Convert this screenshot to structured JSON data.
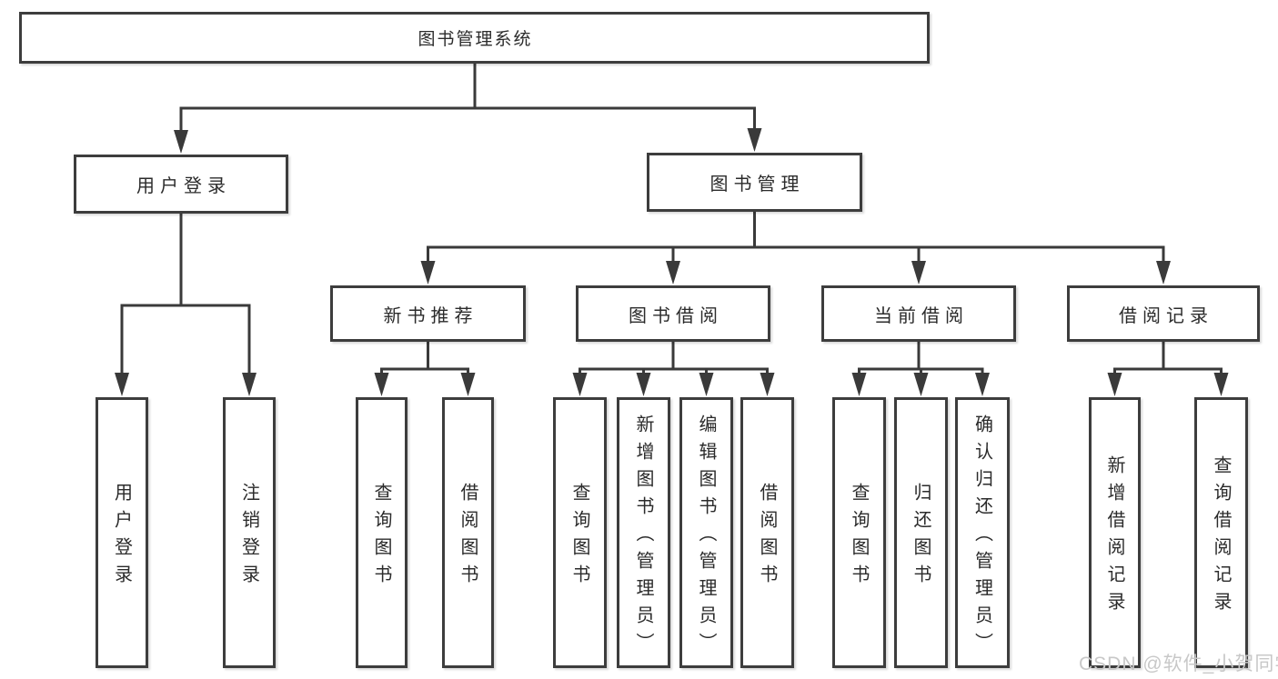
{
  "diagram": {
    "root": {
      "label": "图书管理系统"
    },
    "level2": [
      {
        "label": "用户登录"
      },
      {
        "label": "图书管理"
      }
    ],
    "level3": [
      {
        "label": "新书推荐"
      },
      {
        "label": "图书借阅"
      },
      {
        "label": "当前借阅"
      },
      {
        "label": "借阅记录"
      }
    ],
    "leaves": {
      "user_login": [
        "用户登录",
        "注销登录"
      ],
      "new_book": [
        "查询图书",
        "借阅图书"
      ],
      "book_borrow": [
        "查询图书",
        "新增图书（管理员）",
        "编辑图书（管理员）",
        "借阅图书"
      ],
      "current_borrow": [
        "查询图书",
        "归还图书",
        "确认归还（管理员）"
      ],
      "borrow_records": [
        "新增借阅记录",
        "查询借阅记录"
      ]
    }
  },
  "watermark": {
    "text": "CSDN @软件_小贺同学"
  },
  "colors": {
    "line": "#3a3a3a",
    "box_border": "#3d3d3d",
    "text": "#2b2b2b",
    "watermark": "#c8c8c8",
    "background": "#ffffff"
  }
}
